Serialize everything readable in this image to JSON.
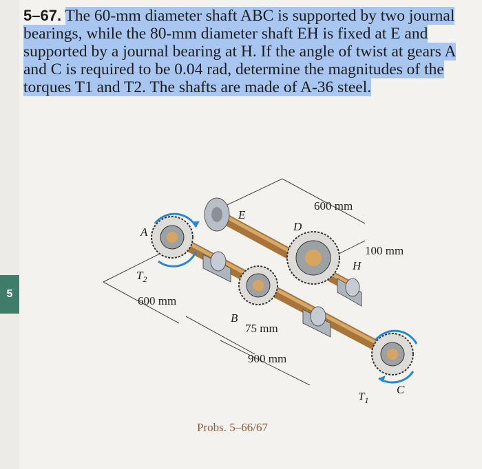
{
  "side_tab": {
    "label": "5"
  },
  "problem": {
    "number": "5–67.",
    "text": "The 60-mm diameter shaft ABC is supported by two journal bearings, while the 80-mm diameter shaft EH is fixed at E and supported by a journal bearing at H. If the angle of twist at gears A and C is required to be 0.04 rad, determine the magnitudes of the torques T1 and T2. The shafts are made of A-36 steel."
  },
  "figure": {
    "labels": {
      "dim_600_top": "600 mm",
      "dim_100": "100 mm",
      "dim_600_left": "600 mm",
      "dim_75": "75 mm",
      "dim_900": "900 mm",
      "point_A": "A",
      "point_E": "E",
      "point_D": "D",
      "point_H": "H",
      "point_B": "B",
      "point_C": "C",
      "torque_T1": "T",
      "torque_T1_sub": "1",
      "torque_T2": "T",
      "torque_T2_sub": "2"
    },
    "caption": "Probs. 5–66/67"
  },
  "colors": {
    "highlight": "#a8c6f0",
    "shaft": "#c8924f",
    "gear": "#d8d6d2",
    "bearing": "#b6bcc4",
    "arrow": "#2a86d6",
    "side_tab": "#3f7d6a"
  }
}
